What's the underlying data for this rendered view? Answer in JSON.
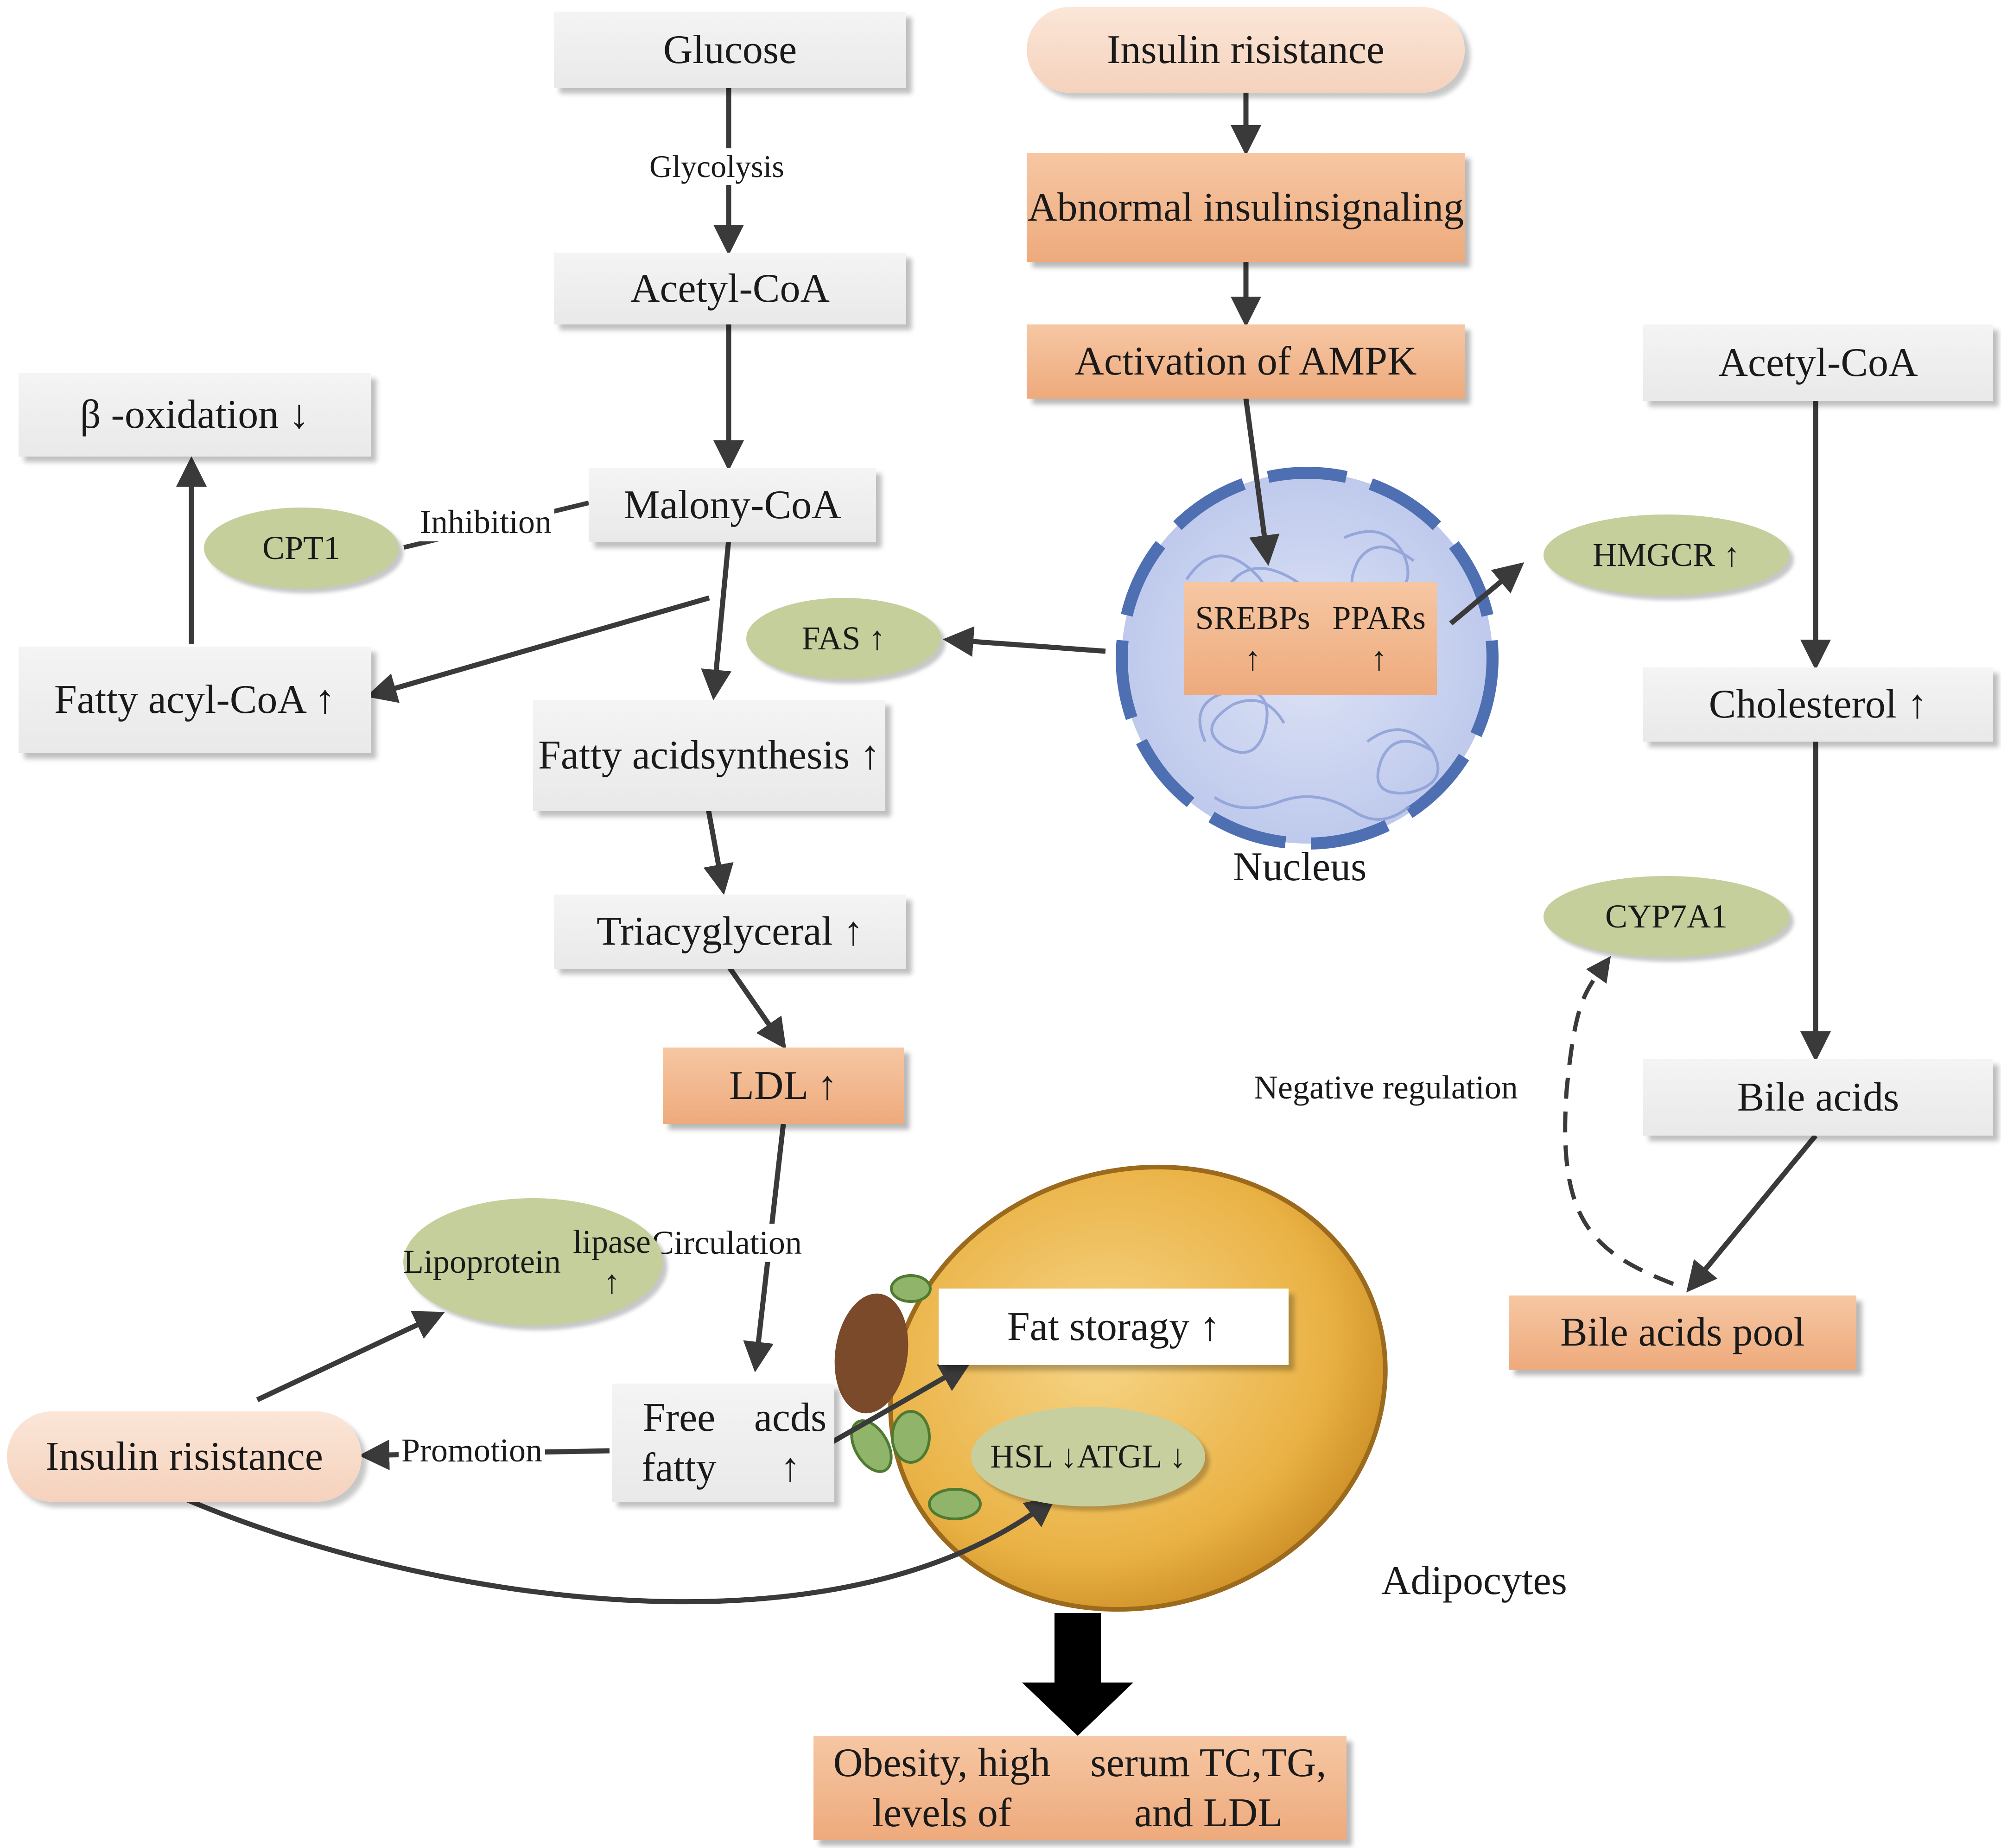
{
  "nodes": {
    "glucose": "Glucose",
    "acetyl_coa_left": "Acetyl-CoA",
    "beta_oxidation": "β -oxidation ↓",
    "malony_coa": "Malony-CoA",
    "cpt1": "CPT1",
    "fatty_acyl_coa": [
      "Fatty acyl-",
      "CoA ↑"
    ],
    "fas": "FAS ↑",
    "fatty_acid_synthesis": [
      "Fatty acid",
      "synthesis ↑"
    ],
    "triacylglyceral": "Triacyglyceral ↑",
    "ldl": "LDL ↑",
    "lipoprotein_lipase": [
      "Lipoprotein",
      "lipase ↑"
    ],
    "insulin_resistance_bottom": "Insulin risistance",
    "free_fatty_acids": [
      "Free fatty",
      "acds ↑"
    ],
    "fat_storage": "Fat storagy ↑",
    "hsl_atgl": [
      "HSL ↓",
      "ATGL ↓"
    ],
    "adipocytes": "Adipocytes",
    "outcome": [
      "Obesity, high levels of",
      "serum TC,TG, and LDL"
    ],
    "insulin_resistance_top": "Insulin risistance",
    "abnormal_signaling": [
      "Abnormal insulin",
      "signaling"
    ],
    "ampk": "Activation of AMPK",
    "nucleus_factors": [
      "SREBPs ↑",
      "PPARs ↑"
    ],
    "nucleus": "Nucleus",
    "hmgcr": "HMGCR ↑",
    "acetyl_coa_right": "Acetyl-CoA",
    "cholesterol": "Cholesterol ↑",
    "cyp7a1": "CYP7A1",
    "bile_acids": "Bile acids",
    "bile_acids_pool": "Bile acids pool"
  },
  "edge_labels": {
    "glycolysis": "Glycolysis",
    "inhibition": "Inhibition",
    "circulation": "Circulation",
    "promotion": "Promotion",
    "negative_regulation": "Negative regulation"
  },
  "colors": {
    "gray_box": "#efefef",
    "orange_box": "#f0b088",
    "pill": "#f8dcc8",
    "green_ellipse": "#c4cf9c",
    "arrow": "#3a3a3a",
    "nucleus_fill": "#c9d3ef",
    "nucleus_border": "#4f6fb3",
    "adipocyte_fill": "#e7aa34"
  }
}
